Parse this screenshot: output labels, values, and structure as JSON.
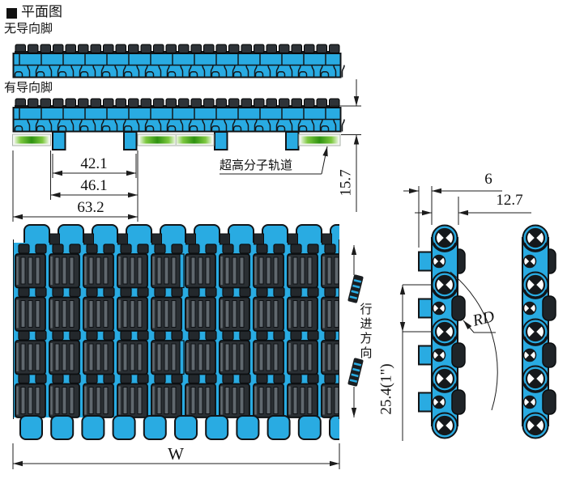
{
  "title": "平面图",
  "labels": {
    "no_guide": "无导向脚",
    "with_guide": "有导向脚",
    "uhmw_track": "超高分子轨道",
    "travel_direction": "行进方向",
    "belt_width": "W"
  },
  "dimensions": {
    "guide_inner_span": "42.1",
    "guide_outer_span": "46.1",
    "edge_to_guide": "63.2",
    "belt_height": "15.7",
    "tab_width": "6",
    "belt_thickness": "12.7",
    "pitch": "25.4(1\")",
    "back_flex_radius": "RD"
  },
  "colors": {
    "belt_blue": "#29ABE2",
    "insert_dark": "#2A2F33",
    "track_green": "#2E9210",
    "outline": "#111417",
    "dimension_line": "#1C1C1C",
    "background": "#FFFFFF"
  }
}
